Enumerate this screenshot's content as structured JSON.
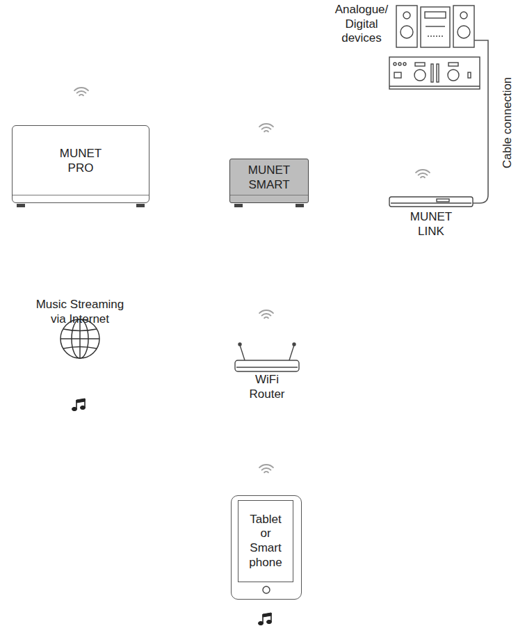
{
  "diagram": {
    "nodes": [
      {
        "text": [
          "MUNET PRO"
        ]
      },
      {
        "text": [
          "MUNET SMART"
        ]
      },
      {
        "text": [
          "MUNET LINK"
        ]
      },
      {
        "text": [
          "WiFi Router"
        ]
      },
      {
        "text": [
          "Tablet or Smart phone"
        ]
      }
    ],
    "labels": [
      "Analogue/ Digital devices",
      "Cable connection",
      "Music Streaming via Internet"
    ]
  }
}
